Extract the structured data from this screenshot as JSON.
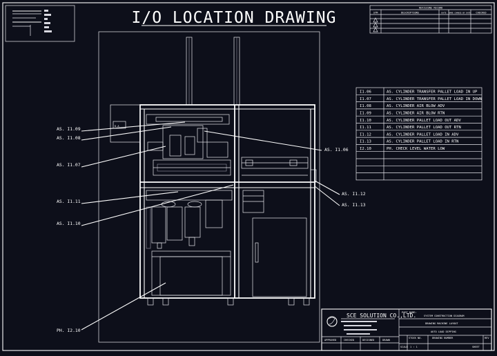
{
  "title": "I/O LOCATION DRAWING",
  "revision": {
    "header": "REVISIONS RECORD",
    "columns": [
      "SYM",
      "DESCRIPTIONS",
      "DATE",
      "NAME CHANGE BY DATE",
      "CHECKED"
    ]
  },
  "io_table": [
    {
      "code": "I1.06",
      "desc": "AS. CYLINDER TRANSFER PALLET LOAD IN UP"
    },
    {
      "code": "I1.07",
      "desc": "AS. CYLINDER TRANSFER PALLET LOAD IN DOWN"
    },
    {
      "code": "I1.08",
      "desc": "AS. CYLINDER AIR BLOW ADV"
    },
    {
      "code": "I1.09",
      "desc": "AS. CYLINDER AIR BLOW RTN"
    },
    {
      "code": "I1.10",
      "desc": "AS. CYLINDER PALLET LOAD OUT ADV"
    },
    {
      "code": "I1.11",
      "desc": "AS. CYLINDER PALLET LOAD OUT RTN"
    },
    {
      "code": "I1.12",
      "desc": "AS. CYLINDER PALLET LOAD IN ADV"
    },
    {
      "code": "I1.13",
      "desc": "AS. CYLINDER PALLET LOAD IN RTN"
    },
    {
      "code": "I2.10",
      "desc": "PH. CHECK LEVEL WATER LOW"
    }
  ],
  "callouts": {
    "i109": "AS. I1.09",
    "i108": "AS. I1.08",
    "i107": "AS. I1.07",
    "i111": "AS. I1.11",
    "i110": "AS. I1.10",
    "i106": "AS. I1.06",
    "i112": "AS. I1.12",
    "i113": "AS. I1.13",
    "i210": "PH. I2.10"
  },
  "title_block": {
    "company": "SCE SOLUTION CO.,LTD.",
    "part_name_label": "PART NAME:",
    "part_name": "SYSTEM CONSTRUCTION DIAGRAM",
    "drawing_label": "DRAWING MACHINE LAYOUT",
    "project": "AUTO LOAD DIPPING",
    "stock_label": "STOCK NO.",
    "drawing_number_label": "DRAWING NUMBER",
    "rev_label": "REV",
    "sheet_label": "SHEET",
    "scale_label": "SCALE",
    "scale_value": "1 : 1",
    "sig_labels": [
      "APPROVED",
      "CHECKED",
      "DESIGNED",
      "DRAWN"
    ]
  }
}
